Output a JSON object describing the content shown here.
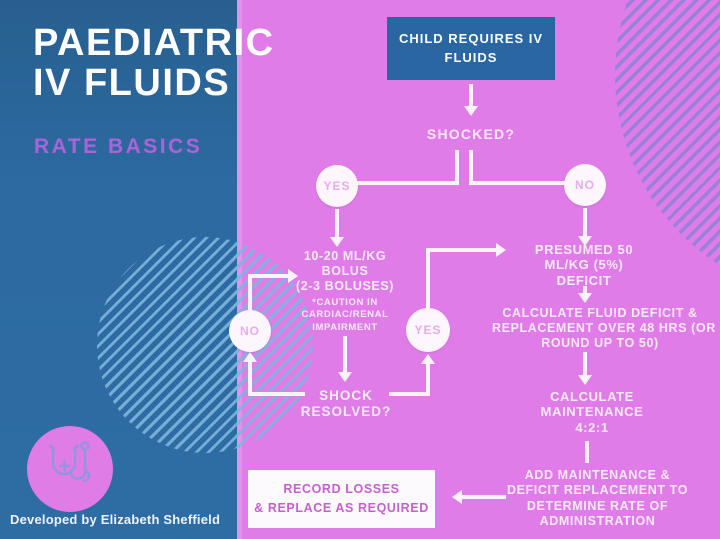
{
  "left_panel": {
    "title_line1": "PAEDIATRIC",
    "title_line2": "IV FLUIDS",
    "subtitle": "RATE BASICS",
    "credit": "Developed by Elizabeth Sheffield",
    "logo": "stethoscope-logo"
  },
  "flowchart": {
    "start": {
      "lines": [
        "CHILD REQUIRES IV",
        "FLUIDS"
      ]
    },
    "shocked_label": "SHOCKED?",
    "yes_label": "YES",
    "no_label": "NO",
    "bolus": {
      "lines": [
        "10-20 ML/KG",
        "BOLUS",
        "(2-3 BOLUSES)"
      ],
      "caution_lines": [
        "*CAUTION IN",
        "CARDIAC/RENAL",
        "IMPAIRMENT"
      ]
    },
    "shock_resolved": {
      "lines": [
        "SHOCK",
        "RESOLVED?"
      ]
    },
    "presumed": {
      "lines": [
        "PRESUMED 50",
        "ML/KG (5%)",
        "DEFICIT"
      ]
    },
    "calc_deficit": {
      "lines": [
        "CALCULATE FLUID DEFICIT &",
        "REPLACEMENT OVER 48 HRS (OR",
        "ROUND UP TO 50)"
      ]
    },
    "calc_maintenance": {
      "lines": [
        "CALCULATE",
        "MAINTENANCE",
        "4:2:1"
      ]
    },
    "add_maintenance": {
      "lines": [
        "ADD MAINTENANCE &",
        "DEFICIT REPLACEMENT TO",
        "DETERMINE RATE OF",
        "ADMINISTRATION"
      ]
    },
    "record": {
      "lines": [
        "RECORD LOSSES",
        "& REPLACE AS REQUIRED"
      ]
    }
  },
  "colors": {
    "panel_blue": "#2d6aa2",
    "panel_pink": "#df7ce8",
    "start_box_blue": "#2a67a2",
    "flow_text_light_pink": "#f8e9fa",
    "line_white": "#fbf3fc",
    "circle_fill": "#fdf7fd",
    "circle_text_pink": "#e9abe9",
    "record_box_text": "#c462cb",
    "subtitle_purple": "#aa64da",
    "stripe_light_blue": "#7db6dd",
    "stripe_periwinkle": "#8a82d8"
  }
}
